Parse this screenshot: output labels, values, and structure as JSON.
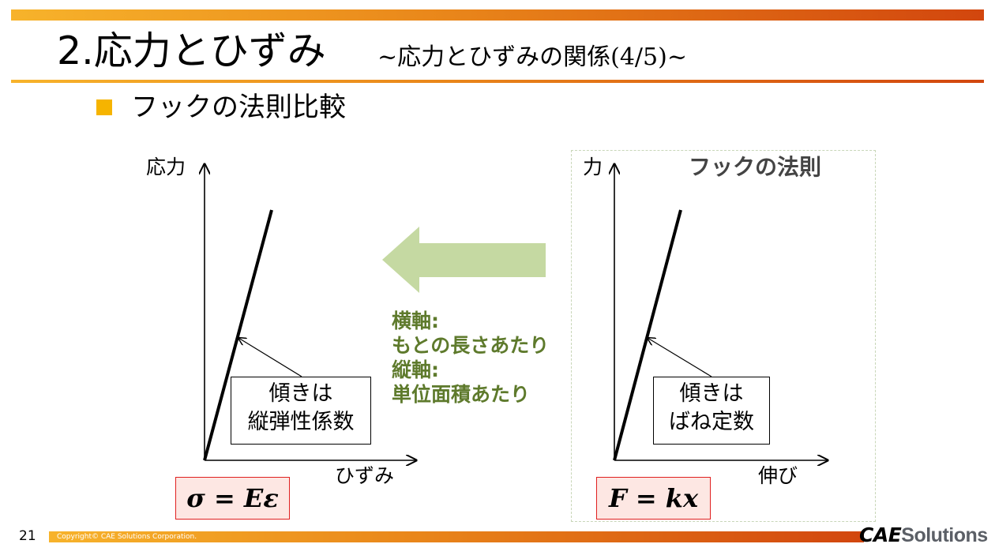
{
  "header": {
    "title": "2.応力とひずみ",
    "subtitle": "~応力とひずみの関係(4/5)~"
  },
  "bullet": {
    "text": "フックの法則比較"
  },
  "left_graph": {
    "y_label": "応力",
    "x_label": "ひずみ",
    "slope_label_line1": "傾きは",
    "slope_label_line2": "縦弾性係数",
    "formula": "σ = Eε"
  },
  "right_graph": {
    "frame_title": "フックの法則",
    "y_label": "力",
    "x_label": "伸び",
    "slope_label_line1": "傾きは",
    "slope_label_line2": "ばね定数",
    "formula": "F = kx"
  },
  "notes": {
    "line1": "横軸:",
    "line2": "もとの長さあたり",
    "line3": "縦軸:",
    "line4": "単位面積あたり"
  },
  "footer": {
    "page_number": "21",
    "copyright": "Copyright© CAE Solutions Corporation.",
    "logo_mark": "CAE",
    "logo_word": "Solutions"
  },
  "colors": {
    "accent_orange": "#e9861a",
    "bullet_yellow": "#f6b400",
    "arrow_green": "#c5d9a2",
    "note_green": "#5e7a2c",
    "formula_border": "#e02020",
    "formula_fill": "#fde7e3"
  }
}
